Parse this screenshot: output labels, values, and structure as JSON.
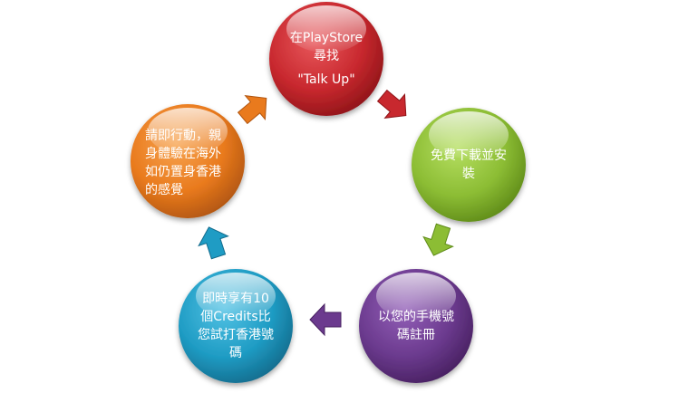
{
  "nodes": [
    {
      "id": "playstore",
      "color": "#c8282e",
      "lines": [
        "在PlayStore",
        "尋找",
        "\"Talk Up\""
      ]
    },
    {
      "id": "download",
      "color": "#8cbd34",
      "lines": [
        "免費下載並安",
        "裝"
      ]
    },
    {
      "id": "register",
      "color": "#6b3a8e",
      "lines": [
        "以您的手機號",
        "碼註冊"
      ]
    },
    {
      "id": "credits",
      "color": "#1f9cc4",
      "lines": [
        "即時享有10",
        "個Credits比",
        "您試打香港號",
        "碼"
      ]
    },
    {
      "id": "act",
      "color": "#e97a1d",
      "lines": [
        "請即行動，親",
        "身體驗在海外",
        "如仍置身香港",
        "的感覺"
      ]
    }
  ],
  "arrows": [
    {
      "from": "playstore",
      "to": "download",
      "color": "#c8282e"
    },
    {
      "from": "download",
      "to": "register",
      "color": "#8cbd34"
    },
    {
      "from": "register",
      "to": "credits",
      "color": "#6b3a8e"
    },
    {
      "from": "credits",
      "to": "act",
      "color": "#1f9cc4"
    },
    {
      "from": "act",
      "to": "playstore",
      "color": "#e97a1d"
    }
  ]
}
